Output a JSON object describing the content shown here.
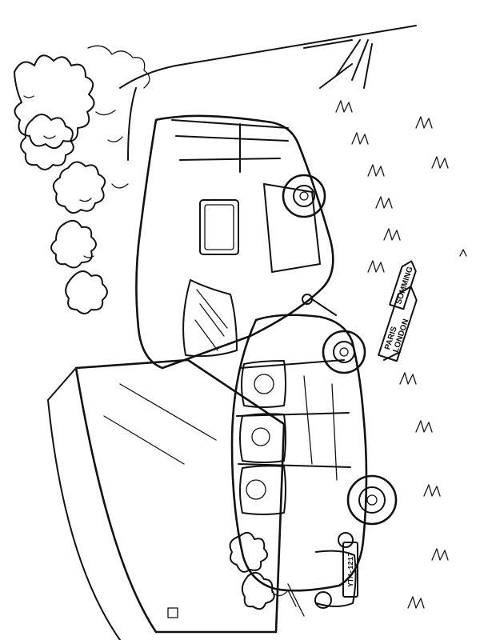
{
  "scene": {
    "subject": "line-art coloring page of a car towing a caravan, rotated 90 degrees",
    "ink_color": "#111111",
    "paper_color": "#ffffff"
  },
  "signpost": {
    "line1": "PARIS",
    "line2": "LONDON",
    "line3": "SOMMING"
  },
  "license_plate": {
    "text": "YTM-1217"
  }
}
